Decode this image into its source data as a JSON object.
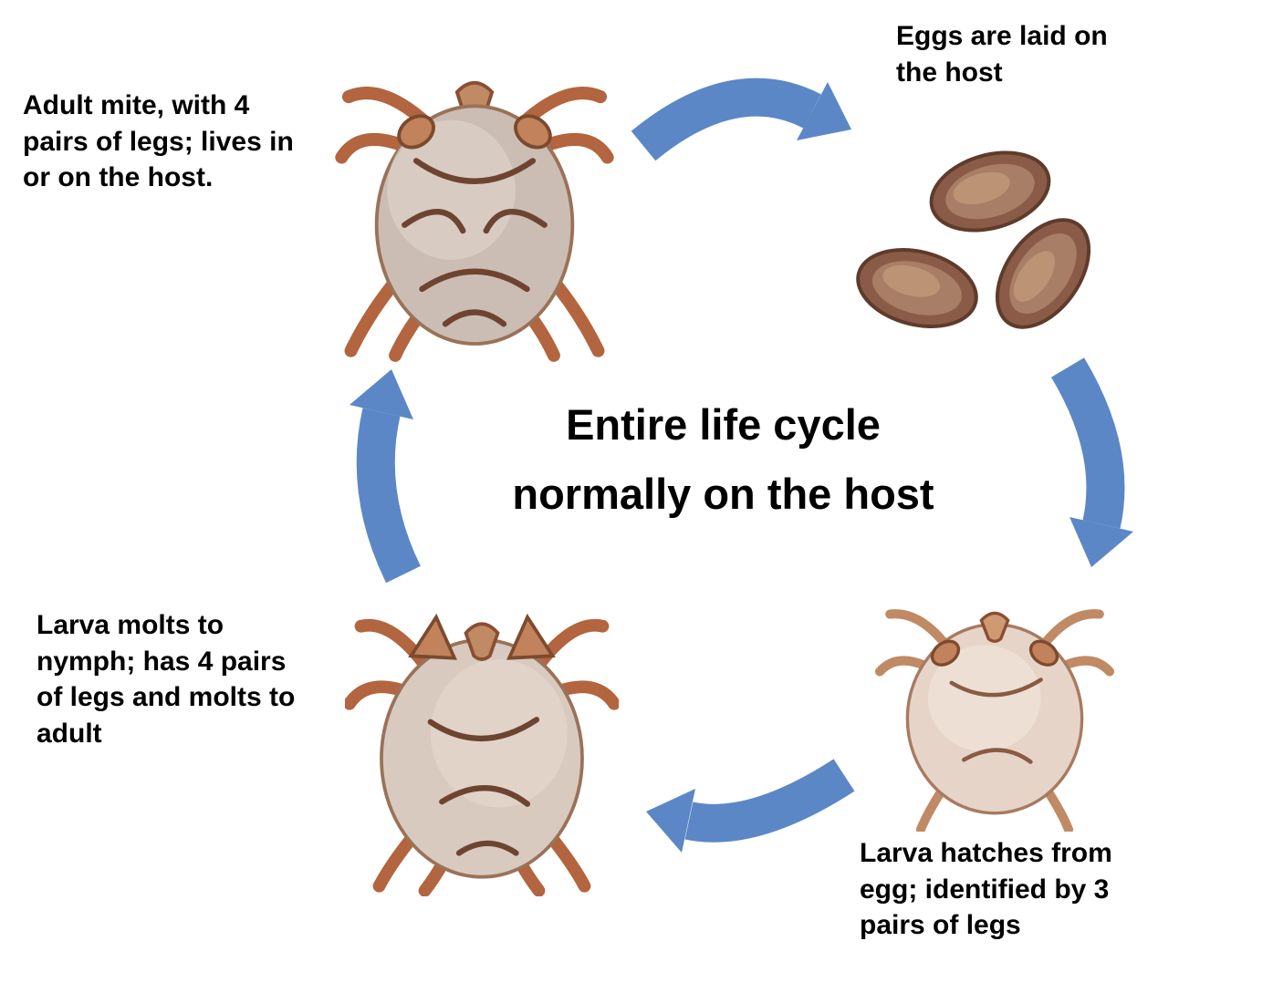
{
  "diagram": {
    "title": "Entire life cycle normally on the host",
    "stages": {
      "adult": {
        "label": "Adult mite, with 4 pairs of legs; lives in or on the host.",
        "illustration": "adult-mite"
      },
      "eggs": {
        "label": "Eggs are laid on the host",
        "illustration": "three-eggs"
      },
      "larva": {
        "label": "Larva hatches from egg; identified by 3 pairs of legs",
        "illustration": "larva-mite"
      },
      "nymph": {
        "label": "Larva molts to nymph; has 4 pairs of legs and molts to adult",
        "illustration": "nymph-mite"
      }
    },
    "arrows": [
      "adult-to-eggs",
      "eggs-to-larva",
      "larva-to-nymph",
      "nymph-to-adult"
    ],
    "colors": {
      "arrow": "#5b87c6",
      "text": "#000000",
      "background": "#ffffff"
    }
  }
}
